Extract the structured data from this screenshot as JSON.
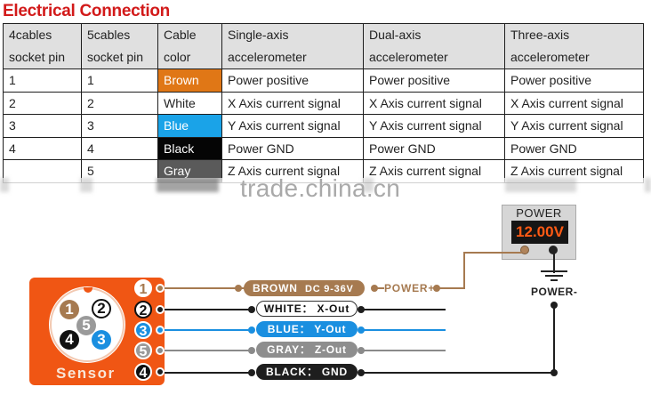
{
  "title": "Electrical Connection",
  "table": {
    "headers": [
      [
        "4cables",
        "socket pin"
      ],
      [
        "5cables",
        "socket pin"
      ],
      [
        "Cable",
        "color"
      ],
      [
        "Single-axis",
        "accelerometer"
      ],
      [
        "Dual-axis",
        "accelerometer"
      ],
      [
        "Three-axis",
        "accelerometer"
      ]
    ],
    "rows": [
      {
        "pin4": "1",
        "pin5": "1",
        "color": "Brown",
        "color_hex": "#e07716",
        "single": "Power positive",
        "dual": "Power positive",
        "three": "Power positive"
      },
      {
        "pin4": "2",
        "pin5": "2",
        "color": "White",
        "color_hex": "#ffffff",
        "single": "X Axis current signal",
        "dual": "X Axis current signal",
        "three": "X Axis current signal"
      },
      {
        "pin4": "3",
        "pin5": "3",
        "color": "Blue",
        "color_hex": "#1aa3e8",
        "single": "Y Axis current signal",
        "dual": "Y Axis current signal",
        "three": "Y Axis current signal"
      },
      {
        "pin4": "4",
        "pin5": "4",
        "color": "Black",
        "color_hex": "#050505",
        "single": "Power GND",
        "dual": "Power GND",
        "three": "Power GND"
      },
      {
        "pin4": "",
        "pin5": "5",
        "color": "Gray",
        "color_hex": "#5a5a5a",
        "single": "Z Axis current signal",
        "dual": "Z Axis current signal",
        "three": "Z Axis current signal"
      }
    ]
  },
  "watermark": "trade.china.cn",
  "diagram": {
    "sensor_label": "Sensor",
    "socket_pins": [
      "1",
      "2",
      "5",
      "4",
      "3"
    ],
    "side_pins": [
      "1",
      "2",
      "3",
      "5",
      "4"
    ],
    "wires": [
      {
        "pin": "1",
        "label": "BROWN",
        "sub": "DC 9-36V",
        "color": "#a67a50"
      },
      {
        "pin": "2",
        "label": "WHITE： X-Out",
        "color": "#1e1e1e"
      },
      {
        "pin": "3",
        "label": "BLUE： Y-Out",
        "color": "#1a8fe0"
      },
      {
        "pin": "5",
        "label": "GRAY： Z-Out",
        "color": "#8a8a8a"
      },
      {
        "pin": "4",
        "label": "BLACK： GND",
        "color": "#1e1e1e"
      }
    ],
    "power_plus_label": "POWER+",
    "power_minus_label": "POWER-",
    "power_supply": {
      "title": "POWER",
      "display": "12.00V"
    }
  }
}
